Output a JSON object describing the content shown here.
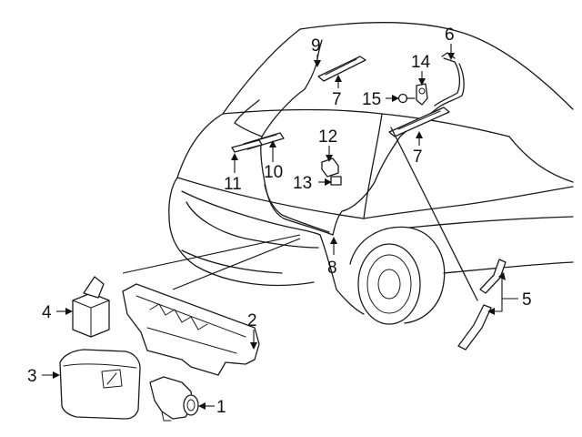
{
  "callouts": [
    {
      "id": "1",
      "label": "1"
    },
    {
      "id": "2",
      "label": "2"
    },
    {
      "id": "3",
      "label": "3"
    },
    {
      "id": "4",
      "label": "4"
    },
    {
      "id": "5",
      "label": "5"
    },
    {
      "id": "6",
      "label": "6"
    },
    {
      "id": "7a",
      "label": "7"
    },
    {
      "id": "7b",
      "label": "7"
    },
    {
      "id": "8",
      "label": "8"
    },
    {
      "id": "9",
      "label": "9"
    },
    {
      "id": "10",
      "label": "10"
    },
    {
      "id": "11",
      "label": "11"
    },
    {
      "id": "12",
      "label": "12"
    },
    {
      "id": "13",
      "label": "13"
    },
    {
      "id": "14",
      "label": "14"
    },
    {
      "id": "15",
      "label": "15"
    }
  ]
}
